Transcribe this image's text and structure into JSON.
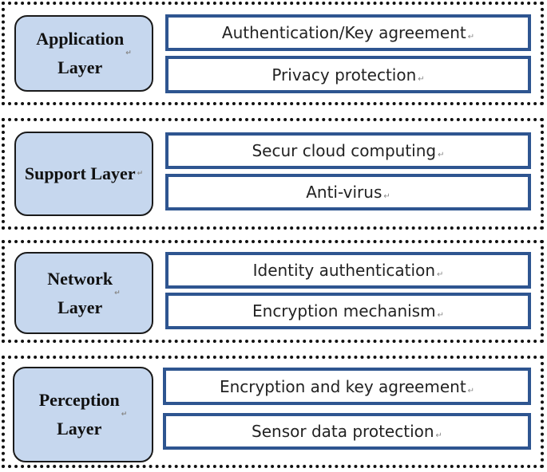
{
  "layers": [
    {
      "label": "Application\nLayer",
      "measures": [
        "Authentication/Key agreement",
        "Privacy protection"
      ]
    },
    {
      "label": "Support Layer",
      "measures": [
        "Secur cloud computing",
        "Anti-virus"
      ]
    },
    {
      "label": "Network\nLayer",
      "measures": [
        "Identity authentication",
        "Encryption mechanism"
      ]
    },
    {
      "label": "Perception\nLayer",
      "measures": [
        "Encryption and key agreement",
        "Sensor data protection"
      ]
    }
  ],
  "paragraph_mark": "↵",
  "colors": {
    "layer_fill": "#c6d7ee",
    "measure_border": "#2e5590",
    "group_border": "#111111"
  }
}
